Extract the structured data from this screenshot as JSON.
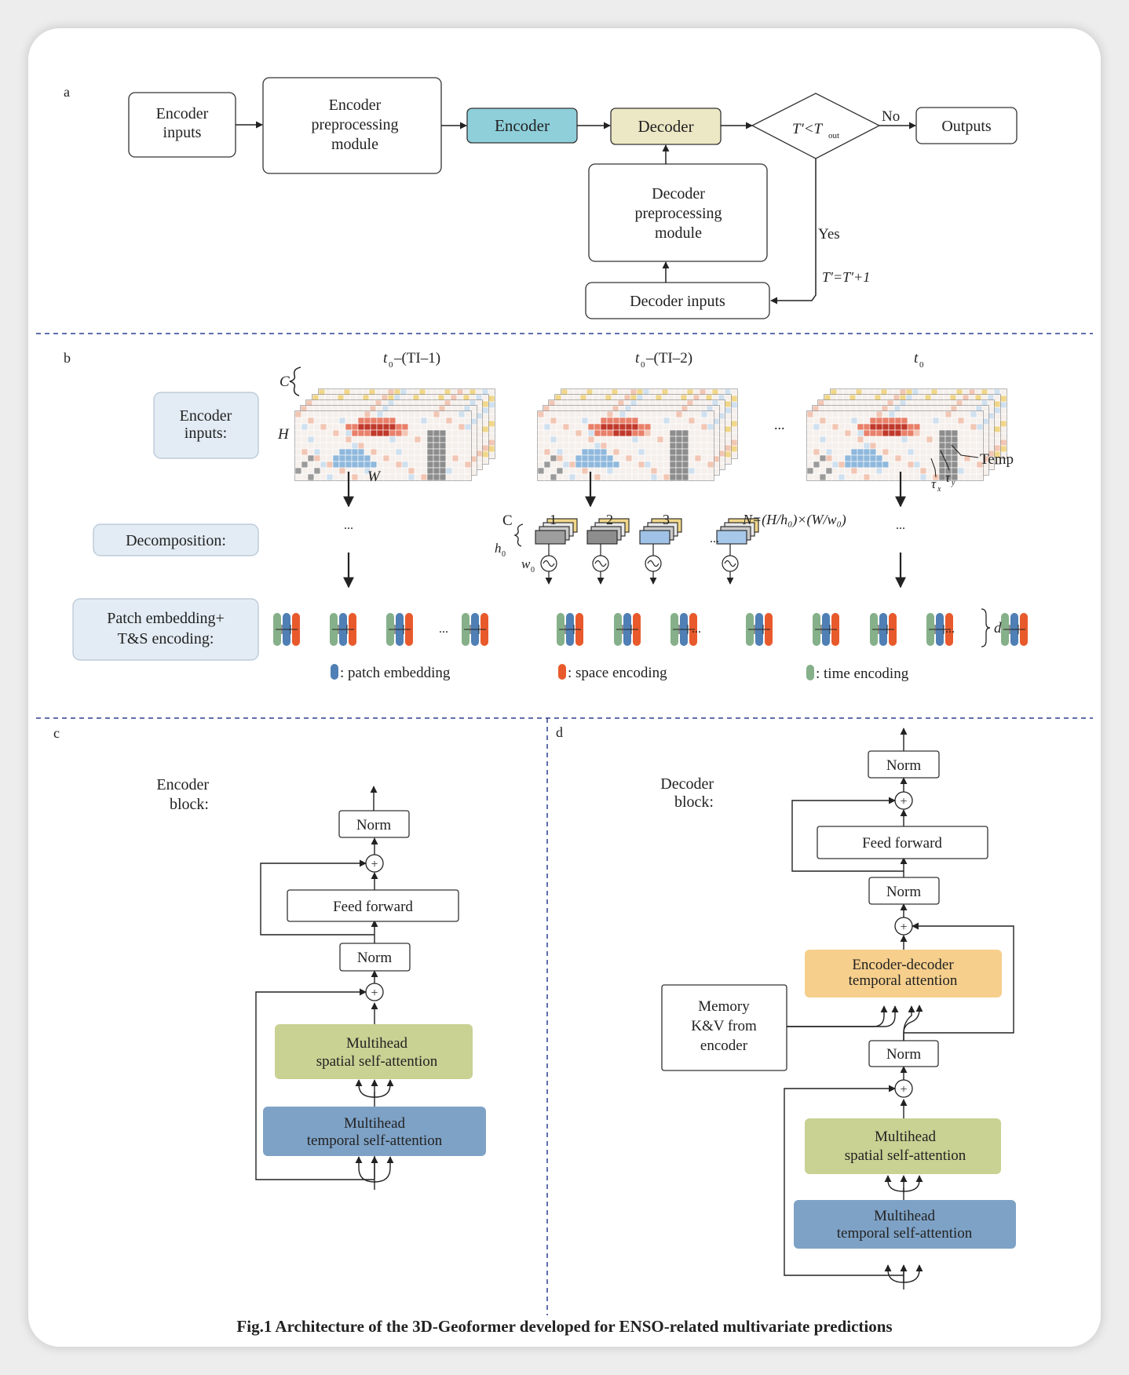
{
  "panels": {
    "a": {
      "label": "a",
      "encoder_inputs": [
        "Encoder",
        "inputs"
      ],
      "encoder_preproc": [
        "Encoder",
        "preprocessing",
        "module"
      ],
      "encoder": "Encoder",
      "decoder": "Decoder",
      "condition_lhs": "T′<T",
      "condition_sub": "out",
      "no": "No",
      "outputs": "Outputs",
      "decoder_preproc": [
        "Decoder",
        "preprocessing",
        "module"
      ],
      "yes": "Yes",
      "update": "T′=T′+1",
      "decoder_inputs": "Decoder inputs"
    },
    "b": {
      "label": "b",
      "encoder_inputs": [
        "Encoder",
        "inputs:"
      ],
      "decomposition": "Decomposition:",
      "patch_embedding": [
        "Patch embedding+",
        "T&S encoding:"
      ],
      "grid_titles": [
        {
          "t": "t",
          "sub": "0",
          "rest": "–(TI–1)"
        },
        {
          "t": "t",
          "sub": "0",
          "rest": "–(TI–2)"
        },
        {
          "t": "t",
          "sub": "0",
          "rest": ""
        }
      ],
      "dim_C": "C",
      "dim_H": "H",
      "dim_W": "W",
      "temp": "Temp",
      "tau_x": "τ",
      "tau_x_sub": "x",
      "tau_y": "τ",
      "tau_y_sub": "y",
      "ellipsis": "...",
      "patch_C": "C",
      "patch_h0": "h",
      "patch_h0_sub": "0",
      "patch_w0": "w",
      "patch_w0_sub": "0",
      "patch_numbers": [
        "1",
        "2",
        "3"
      ],
      "patch_N": "N=(H/h₀)×(W/w₀)",
      "dim_d": "d",
      "legend": [
        {
          "text": ": patch embedding",
          "color": "#4f7fb4"
        },
        {
          "text": ": space encoding",
          "color": "#e85a2c"
        },
        {
          "text": ": time encoding",
          "color": "#86b08a"
        }
      ]
    },
    "c": {
      "label": "c",
      "block_title": [
        "Encoder",
        "block:"
      ],
      "norm_top": "Norm",
      "feed_forward": "Feed forward",
      "norm_mid": "Norm",
      "spatial": [
        "Multihead",
        "spatial self-attention"
      ],
      "temporal": [
        "Multihead",
        "temporal self-attention"
      ]
    },
    "d": {
      "label": "d",
      "block_title": [
        "Decoder",
        "block:"
      ],
      "norm_top": "Norm",
      "feed_forward": "Feed forward",
      "norm_2": "Norm",
      "cross_attention": [
        "Encoder-decoder",
        "temporal attention"
      ],
      "memory": [
        "Memory",
        "K&V from",
        "encoder"
      ],
      "norm_3": "Norm",
      "spatial": [
        "Multihead",
        "spatial self-attention"
      ],
      "temporal": [
        "Multihead",
        "temporal self-attention"
      ]
    }
  },
  "caption": "Fig.1 Architecture of the 3D-Geoformer developed for ENSO-related multivariate predictions",
  "colors": {
    "encoder_fill": "#8ecfda",
    "decoder_fill": "#ece7c4",
    "label_box_fill": "#e3ecf4",
    "spatial_fill": "#c9d193",
    "temporal_fill": "#7ea2c6",
    "cross_fill": "#f6cf8c",
    "divider": "#2e3f8f"
  }
}
